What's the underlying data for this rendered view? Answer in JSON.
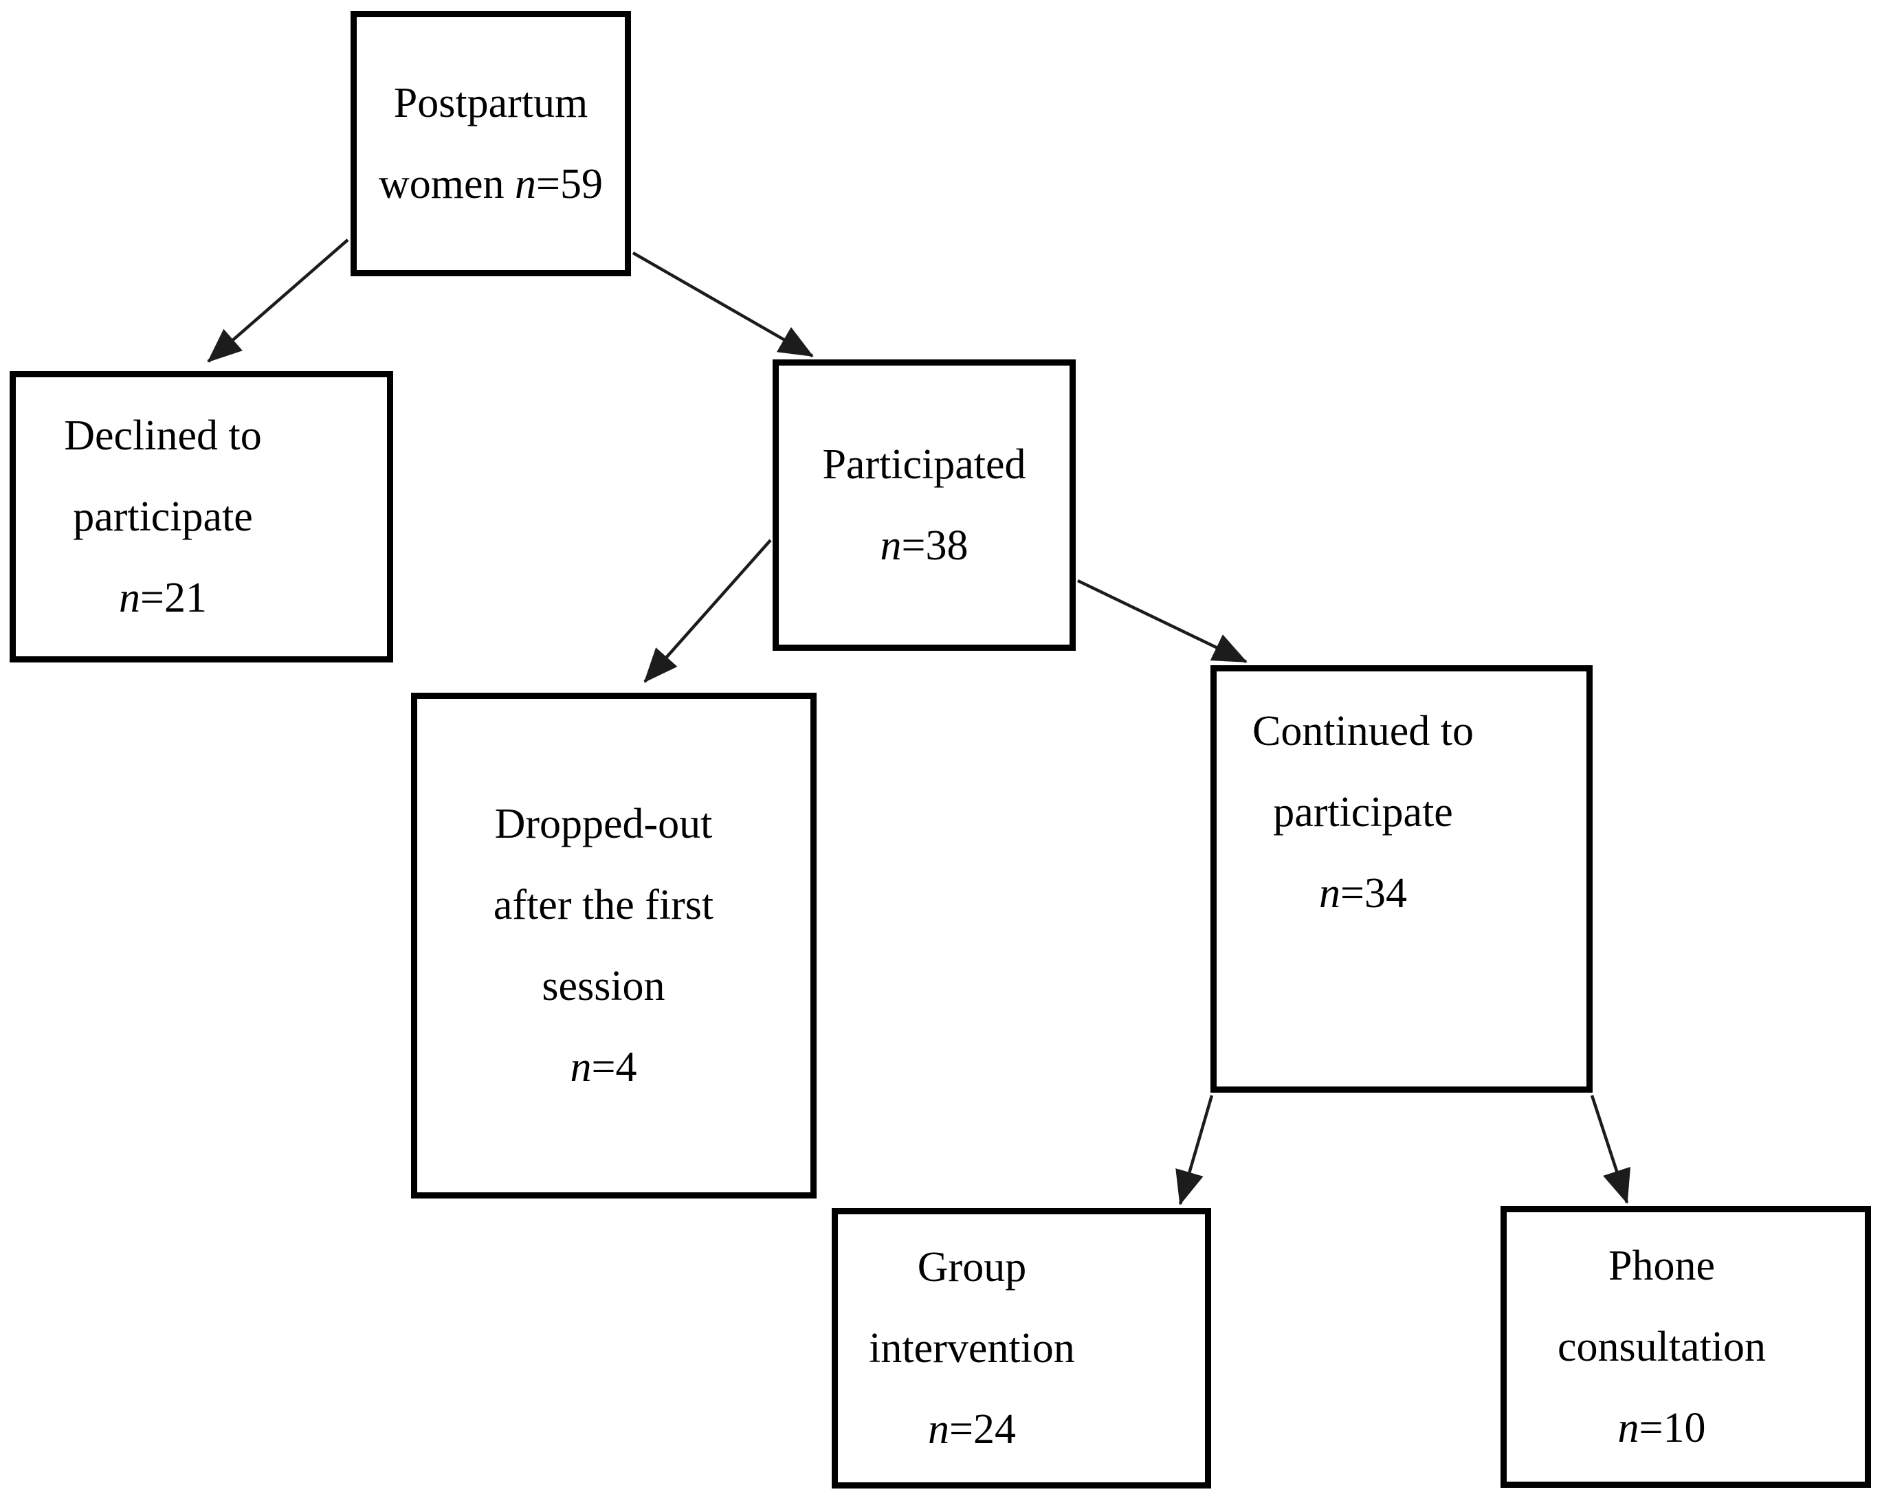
{
  "diagram": {
    "description_of_content": "Participant flow diagram",
    "colors": {
      "background": "#ffffff",
      "box_border": "#000000",
      "text": "#000000",
      "arrow": "#1c1c1c"
    },
    "boxes": [
      {
        "id": "postpartum-women",
        "text": "Postpartum women n=59",
        "n": 59,
        "lines": [
          [
            {
              "t": "Postpartum"
            }
          ],
          [
            {
              "t": "women "
            },
            {
              "t": "n",
              "i": true
            },
            {
              "t": "=59"
            }
          ]
        ]
      },
      {
        "id": "declined",
        "text": "Declined to participate n=21",
        "n": 21,
        "lines": [
          [
            {
              "t": "Declined to"
            }
          ],
          [
            {
              "t": "participate"
            }
          ],
          [
            {
              "t": "n",
              "i": true
            },
            {
              "t": "=21"
            }
          ]
        ]
      },
      {
        "id": "participated",
        "text": "Participated n=38",
        "n": 38,
        "lines": [
          [
            {
              "t": "Participated"
            }
          ],
          [
            {
              "t": "n",
              "i": true
            },
            {
              "t": "=38"
            }
          ]
        ]
      },
      {
        "id": "dropped-out",
        "text": "Dropped-out after the first session n=4",
        "n": 4,
        "lines": [
          [
            {
              "t": "Dropped-out"
            }
          ],
          [
            {
              "t": "after the first"
            }
          ],
          [
            {
              "t": "session"
            }
          ],
          [
            {
              "t": "n",
              "i": true
            },
            {
              "t": "=4"
            }
          ]
        ]
      },
      {
        "id": "continued",
        "text": "Continued to participate n=34",
        "n": 34,
        "lines": [
          [
            {
              "t": "Continued to"
            }
          ],
          [
            {
              "t": "participate"
            }
          ],
          [
            {
              "t": "n",
              "i": true
            },
            {
              "t": "=34"
            }
          ]
        ]
      },
      {
        "id": "group-intervention",
        "text": "Group intervention n=24",
        "n": 24,
        "lines": [
          [
            {
              "t": "Group"
            }
          ],
          [
            {
              "t": "intervention"
            }
          ],
          [
            {
              "t": "n",
              "i": true
            },
            {
              "t": "=24"
            }
          ]
        ]
      },
      {
        "id": "phone-consultation",
        "text": "Phone consultation n=10",
        "n": 10,
        "lines": [
          [
            {
              "t": "Phone"
            }
          ],
          [
            {
              "t": "consultation"
            }
          ],
          [
            {
              "t": "n",
              "i": true
            },
            {
              "t": "=10"
            }
          ]
        ]
      }
    ],
    "arrows": [
      {
        "from": "postpartum-women",
        "to": "declined"
      },
      {
        "from": "postpartum-women",
        "to": "participated"
      },
      {
        "from": "participated",
        "to": "dropped-out"
      },
      {
        "from": "participated",
        "to": "continued"
      },
      {
        "from": "continued",
        "to": "group-intervention"
      },
      {
        "from": "continued",
        "to": "phone-consultation"
      }
    ]
  }
}
